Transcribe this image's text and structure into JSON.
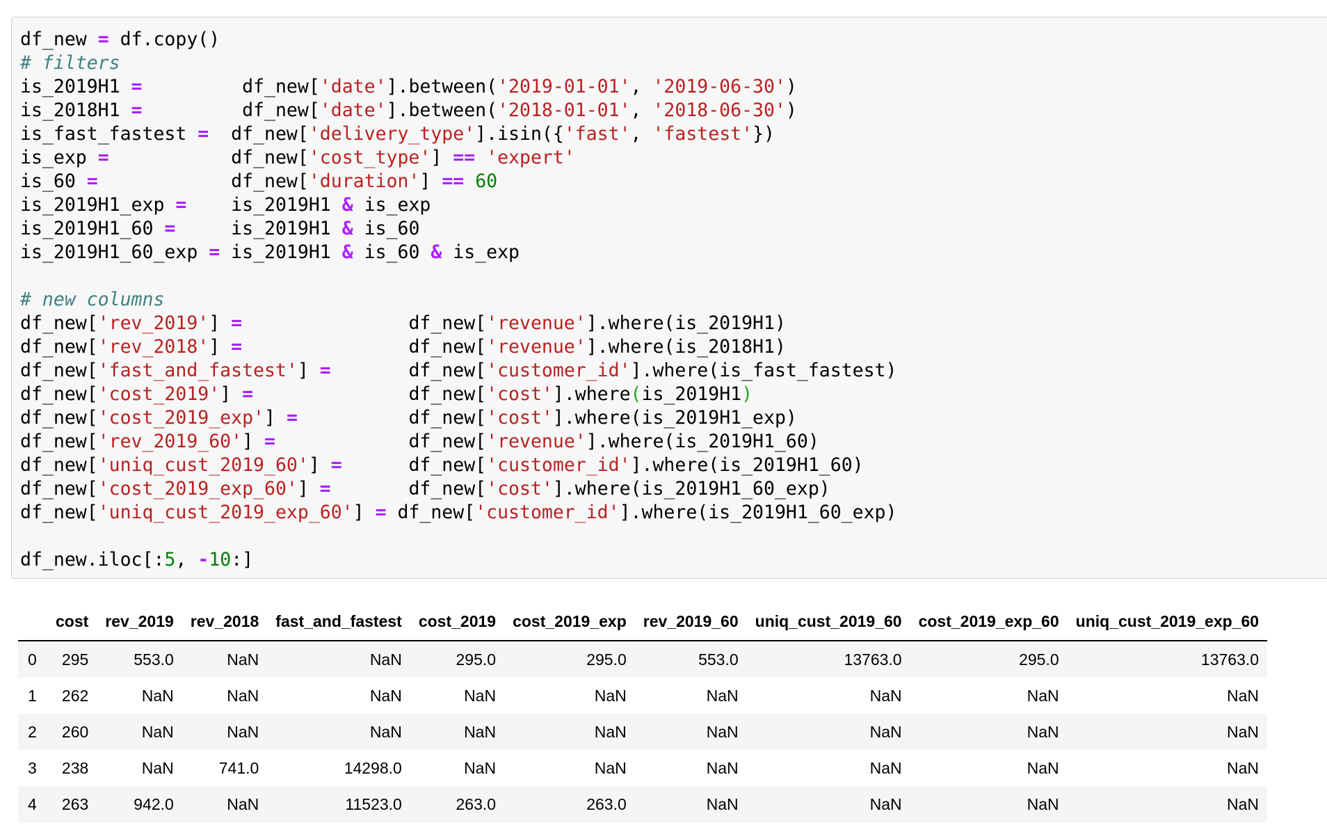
{
  "code_cell": {
    "lines": [
      [
        {
          "t": "text",
          "v": "df_new "
        },
        {
          "t": "op",
          "v": "="
        },
        {
          "t": "text",
          "v": " df.copy()"
        }
      ],
      [
        {
          "t": "comment",
          "v": "# filters"
        }
      ],
      [
        {
          "t": "text",
          "v": "is_2019H1 "
        },
        {
          "t": "op",
          "v": "="
        },
        {
          "t": "text",
          "v": "         df_new["
        },
        {
          "t": "str",
          "v": "'date'"
        },
        {
          "t": "text",
          "v": "].between("
        },
        {
          "t": "str",
          "v": "'2019-01-01'"
        },
        {
          "t": "text",
          "v": ", "
        },
        {
          "t": "str",
          "v": "'2019-06-30'"
        },
        {
          "t": "text",
          "v": ")"
        }
      ],
      [
        {
          "t": "text",
          "v": "is_2018H1 "
        },
        {
          "t": "op",
          "v": "="
        },
        {
          "t": "text",
          "v": "         df_new["
        },
        {
          "t": "str",
          "v": "'date'"
        },
        {
          "t": "text",
          "v": "].between("
        },
        {
          "t": "str",
          "v": "'2018-01-01'"
        },
        {
          "t": "text",
          "v": ", "
        },
        {
          "t": "str",
          "v": "'2018-06-30'"
        },
        {
          "t": "text",
          "v": ")"
        }
      ],
      [
        {
          "t": "text",
          "v": "is_fast_fastest "
        },
        {
          "t": "op",
          "v": "="
        },
        {
          "t": "text",
          "v": "  df_new["
        },
        {
          "t": "str",
          "v": "'delivery_type'"
        },
        {
          "t": "text",
          "v": "].isin({"
        },
        {
          "t": "str",
          "v": "'fast'"
        },
        {
          "t": "text",
          "v": ", "
        },
        {
          "t": "str",
          "v": "'fastest'"
        },
        {
          "t": "text",
          "v": "})"
        }
      ],
      [
        {
          "t": "text",
          "v": "is_exp "
        },
        {
          "t": "op",
          "v": "="
        },
        {
          "t": "text",
          "v": "           df_new["
        },
        {
          "t": "str",
          "v": "'cost_type'"
        },
        {
          "t": "text",
          "v": "] "
        },
        {
          "t": "op",
          "v": "=="
        },
        {
          "t": "text",
          "v": " "
        },
        {
          "t": "str",
          "v": "'expert'"
        }
      ],
      [
        {
          "t": "text",
          "v": "is_60 "
        },
        {
          "t": "op",
          "v": "="
        },
        {
          "t": "text",
          "v": "            df_new["
        },
        {
          "t": "str",
          "v": "'duration'"
        },
        {
          "t": "text",
          "v": "] "
        },
        {
          "t": "op",
          "v": "=="
        },
        {
          "t": "text",
          "v": " "
        },
        {
          "t": "num",
          "v": "60"
        }
      ],
      [
        {
          "t": "text",
          "v": "is_2019H1_exp "
        },
        {
          "t": "op",
          "v": "="
        },
        {
          "t": "text",
          "v": "    is_2019H1 "
        },
        {
          "t": "op",
          "v": "&"
        },
        {
          "t": "text",
          "v": " is_exp"
        }
      ],
      [
        {
          "t": "text",
          "v": "is_2019H1_60 "
        },
        {
          "t": "op",
          "v": "="
        },
        {
          "t": "text",
          "v": "     is_2019H1 "
        },
        {
          "t": "op",
          "v": "&"
        },
        {
          "t": "text",
          "v": " is_60"
        }
      ],
      [
        {
          "t": "text",
          "v": "is_2019H1_60_exp "
        },
        {
          "t": "op",
          "v": "="
        },
        {
          "t": "text",
          "v": " is_2019H1 "
        },
        {
          "t": "op",
          "v": "&"
        },
        {
          "t": "text",
          "v": " is_60 "
        },
        {
          "t": "op",
          "v": "&"
        },
        {
          "t": "text",
          "v": " is_exp"
        }
      ],
      [],
      [
        {
          "t": "comment",
          "v": "# new columns"
        }
      ],
      [
        {
          "t": "text",
          "v": "df_new["
        },
        {
          "t": "str",
          "v": "'rev_2019'"
        },
        {
          "t": "text",
          "v": "] "
        },
        {
          "t": "op",
          "v": "="
        },
        {
          "t": "text",
          "v": "               df_new["
        },
        {
          "t": "str",
          "v": "'revenue'"
        },
        {
          "t": "text",
          "v": "].where(is_2019H1)"
        }
      ],
      [
        {
          "t": "text",
          "v": "df_new["
        },
        {
          "t": "str",
          "v": "'rev_2018'"
        },
        {
          "t": "text",
          "v": "] "
        },
        {
          "t": "op",
          "v": "="
        },
        {
          "t": "text",
          "v": "               df_new["
        },
        {
          "t": "str",
          "v": "'revenue'"
        },
        {
          "t": "text",
          "v": "].where(is_2018H1)"
        }
      ],
      [
        {
          "t": "text",
          "v": "df_new["
        },
        {
          "t": "str",
          "v": "'fast_and_fastest'"
        },
        {
          "t": "text",
          "v": "] "
        },
        {
          "t": "op",
          "v": "="
        },
        {
          "t": "text",
          "v": "       df_new["
        },
        {
          "t": "str",
          "v": "'customer_id'"
        },
        {
          "t": "text",
          "v": "].where(is_fast_fastest)"
        }
      ],
      [
        {
          "t": "text",
          "v": "df_new["
        },
        {
          "t": "str",
          "v": "'cost_2019'"
        },
        {
          "t": "text",
          "v": "] "
        },
        {
          "t": "op",
          "v": "="
        },
        {
          "t": "text",
          "v": "              df_new["
        },
        {
          "t": "str",
          "v": "'cost'"
        },
        {
          "t": "text",
          "v": "].where"
        },
        {
          "t": "paren",
          "v": "("
        },
        {
          "t": "text",
          "v": "is_2019H1"
        },
        {
          "t": "paren",
          "v": ")"
        }
      ],
      [
        {
          "t": "text",
          "v": "df_new["
        },
        {
          "t": "str",
          "v": "'cost_2019_exp'"
        },
        {
          "t": "text",
          "v": "] "
        },
        {
          "t": "op",
          "v": "="
        },
        {
          "t": "text",
          "v": "          df_new["
        },
        {
          "t": "str",
          "v": "'cost'"
        },
        {
          "t": "text",
          "v": "].where(is_2019H1_exp)"
        }
      ],
      [
        {
          "t": "text",
          "v": "df_new["
        },
        {
          "t": "str",
          "v": "'rev_2019_60'"
        },
        {
          "t": "text",
          "v": "] "
        },
        {
          "t": "op",
          "v": "="
        },
        {
          "t": "text",
          "v": "            df_new["
        },
        {
          "t": "str",
          "v": "'revenue'"
        },
        {
          "t": "text",
          "v": "].where(is_2019H1_60)"
        }
      ],
      [
        {
          "t": "text",
          "v": "df_new["
        },
        {
          "t": "str",
          "v": "'uniq_cust_2019_60'"
        },
        {
          "t": "text",
          "v": "] "
        },
        {
          "t": "op",
          "v": "="
        },
        {
          "t": "text",
          "v": "      df_new["
        },
        {
          "t": "str",
          "v": "'customer_id'"
        },
        {
          "t": "text",
          "v": "].where(is_2019H1_60)"
        }
      ],
      [
        {
          "t": "text",
          "v": "df_new["
        },
        {
          "t": "str",
          "v": "'cost_2019_exp_60'"
        },
        {
          "t": "text",
          "v": "] "
        },
        {
          "t": "op",
          "v": "="
        },
        {
          "t": "text",
          "v": "       df_new["
        },
        {
          "t": "str",
          "v": "'cost'"
        },
        {
          "t": "text",
          "v": "].where(is_2019H1_60_exp)"
        }
      ],
      [
        {
          "t": "text",
          "v": "df_new["
        },
        {
          "t": "str",
          "v": "'uniq_cust_2019_exp_60'"
        },
        {
          "t": "text",
          "v": "] "
        },
        {
          "t": "op",
          "v": "="
        },
        {
          "t": "text",
          "v": " df_new["
        },
        {
          "t": "str",
          "v": "'customer_id'"
        },
        {
          "t": "text",
          "v": "].where(is_2019H1_60_exp)"
        }
      ],
      [],
      [
        {
          "t": "text",
          "v": "df_new.iloc[:"
        },
        {
          "t": "num",
          "v": "5"
        },
        {
          "t": "text",
          "v": ", "
        },
        {
          "t": "op",
          "v": "-"
        },
        {
          "t": "num",
          "v": "10"
        },
        {
          "t": "text",
          "v": ":]"
        }
      ]
    ]
  },
  "output_table": {
    "index_header": "",
    "columns": [
      "cost",
      "rev_2019",
      "rev_2018",
      "fast_and_fastest",
      "cost_2019",
      "cost_2019_exp",
      "rev_2019_60",
      "uniq_cust_2019_60",
      "cost_2019_exp_60",
      "uniq_cust_2019_exp_60"
    ],
    "rows": [
      {
        "index": "0",
        "cells": [
          "295",
          "553.0",
          "NaN",
          "NaN",
          "295.0",
          "295.0",
          "553.0",
          "13763.0",
          "295.0",
          "13763.0"
        ]
      },
      {
        "index": "1",
        "cells": [
          "262",
          "NaN",
          "NaN",
          "NaN",
          "NaN",
          "NaN",
          "NaN",
          "NaN",
          "NaN",
          "NaN"
        ]
      },
      {
        "index": "2",
        "cells": [
          "260",
          "NaN",
          "NaN",
          "NaN",
          "NaN",
          "NaN",
          "NaN",
          "NaN",
          "NaN",
          "NaN"
        ]
      },
      {
        "index": "3",
        "cells": [
          "238",
          "NaN",
          "741.0",
          "14298.0",
          "NaN",
          "NaN",
          "NaN",
          "NaN",
          "NaN",
          "NaN"
        ]
      },
      {
        "index": "4",
        "cells": [
          "263",
          "942.0",
          "NaN",
          "11523.0",
          "263.0",
          "263.0",
          "NaN",
          "NaN",
          "NaN",
          "NaN"
        ]
      }
    ]
  },
  "colors": {
    "comment": "#408080",
    "string": "#ba2121",
    "operator": "#aa22ff",
    "number": "#008000",
    "matched_paren": "#22aa22",
    "cell_background": "#f7f7f7",
    "cell_border": "#cfcfcf",
    "row_stripe": "#f5f5f5"
  }
}
